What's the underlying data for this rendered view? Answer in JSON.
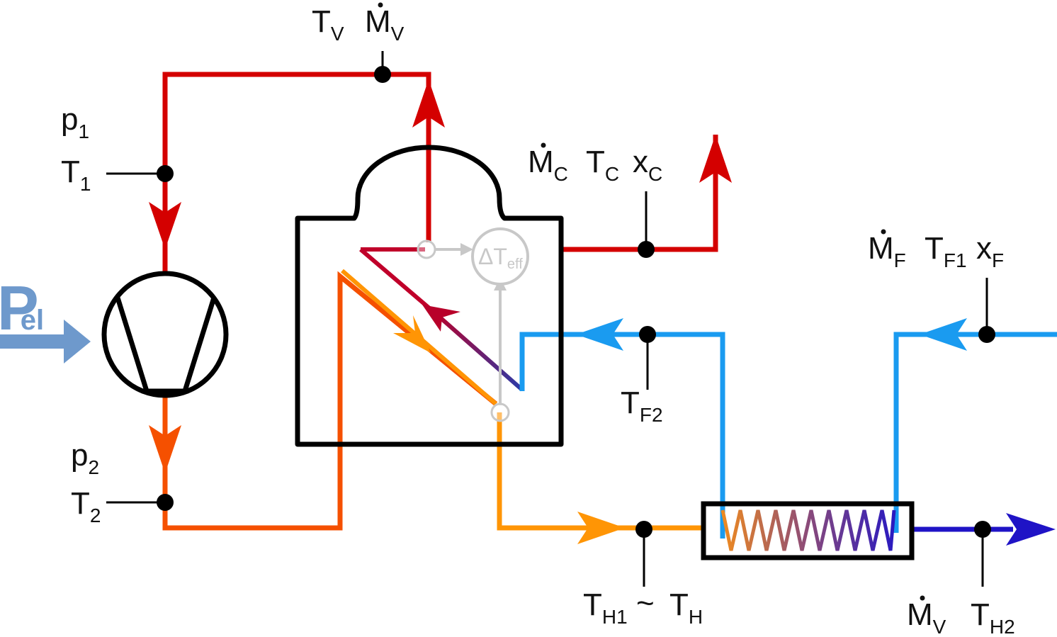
{
  "labels": {
    "pel": {
      "main": "P",
      "sub": "el"
    },
    "p1": {
      "main": "p",
      "sub": "1"
    },
    "t1": {
      "main": "T",
      "sub": "1"
    },
    "p2": {
      "main": "p",
      "sub": "2"
    },
    "t2": {
      "main": "T",
      "sub": "2"
    },
    "tv": {
      "main": "T",
      "sub": "V"
    },
    "mv_top": {
      "main": "M",
      "sub": "V"
    },
    "mc": {
      "main": "M",
      "sub": "C"
    },
    "tc": {
      "main": "T",
      "sub": "C"
    },
    "xc": {
      "main": "x",
      "sub": "C"
    },
    "mf": {
      "main": "M",
      "sub": "F"
    },
    "tf1": {
      "main": "T",
      "sub": "F1"
    },
    "xf": {
      "main": "x",
      "sub": "F"
    },
    "tf2": {
      "main": "T",
      "sub": "F2"
    },
    "th1": {
      "main": "T",
      "sub": "H1"
    },
    "tilde": "~",
    "th": {
      "main": "T",
      "sub": "H"
    },
    "mv_bottom": {
      "main": "M",
      "sub": "V"
    },
    "th2": {
      "main": "T",
      "sub": "H2"
    },
    "delta_teff": {
      "main": "ΔT",
      "sub": "eff"
    }
  },
  "colors": {
    "vapor_red": "#d40000",
    "hot_orange": "#f55000",
    "warm_orange": "#ff9505",
    "feed_blue": "#1a9bf0",
    "outlet_blue": "#1f13c6",
    "power_blue": "#6e99cc",
    "marker": "#000000",
    "ghost_gray": "#c8c8c8"
  }
}
